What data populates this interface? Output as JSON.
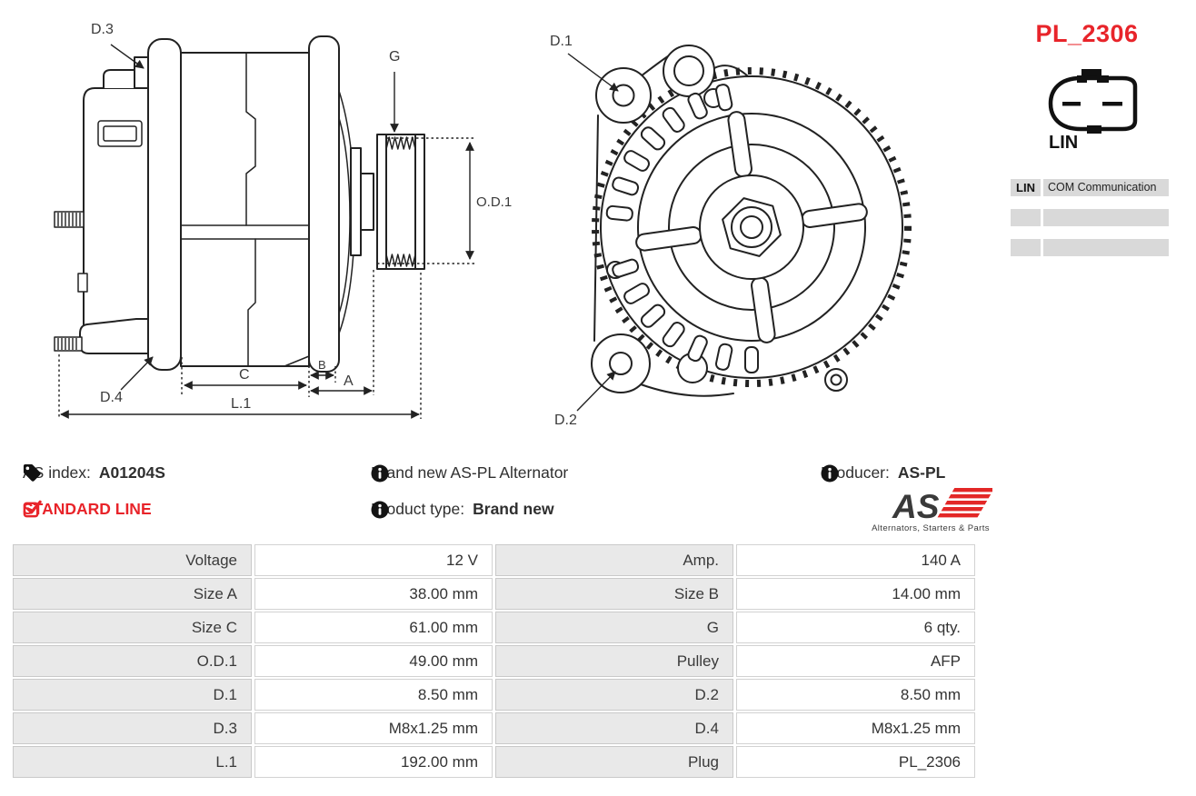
{
  "plug_panel": {
    "code": "PL_2306",
    "connector_name": "LIN",
    "accent_red": "#e8242a",
    "cell_gray": "#d9d9d9",
    "pin_rows": [
      {
        "pin": "LIN",
        "description": "COM Communication"
      },
      {
        "pin": "",
        "description": ""
      },
      {
        "pin": "",
        "description": ""
      }
    ]
  },
  "diagram_side": {
    "d3": "D.3",
    "g": "G",
    "od1": "O.D.1",
    "d4": "D.4",
    "c": "C",
    "b": "B",
    "a": "A",
    "l1": "L.1"
  },
  "diagram_front": {
    "d1": "D.1",
    "d2": "D.2"
  },
  "product_info": {
    "as_index_label": "AS index:",
    "as_index_value": "A01204S",
    "line_badge": "STANDARD LINE",
    "brand_line": "Brand new AS-PL Alternator",
    "product_type_label": "Product type:",
    "product_type_value": "Brand new",
    "producer_label": "Producer:",
    "producer_value": "AS-PL",
    "logo_text": "AS",
    "logo_tagline": "Alternators, Starters & Parts"
  },
  "spec_table": {
    "rows": [
      {
        "l1": "Voltage",
        "v1": "12 V",
        "l2": "Amp.",
        "v2": "140 A"
      },
      {
        "l1": "Size A",
        "v1": "38.00 mm",
        "l2": "Size B",
        "v2": "14.00 mm"
      },
      {
        "l1": "Size C",
        "v1": "61.00 mm",
        "l2": "G",
        "v2": "6 qty."
      },
      {
        "l1": "O.D.1",
        "v1": "49.00 mm",
        "l2": "Pulley",
        "v2": "AFP"
      },
      {
        "l1": "D.1",
        "v1": "8.50 mm",
        "l2": "D.2",
        "v2": "8.50 mm"
      },
      {
        "l1": "D.3",
        "v1": "M8x1.25 mm",
        "l2": "D.4",
        "v2": "M8x1.25 mm"
      },
      {
        "l1": "L.1",
        "v1": "192.00 mm",
        "l2": "Plug",
        "v2": "PL_2306"
      }
    ]
  }
}
